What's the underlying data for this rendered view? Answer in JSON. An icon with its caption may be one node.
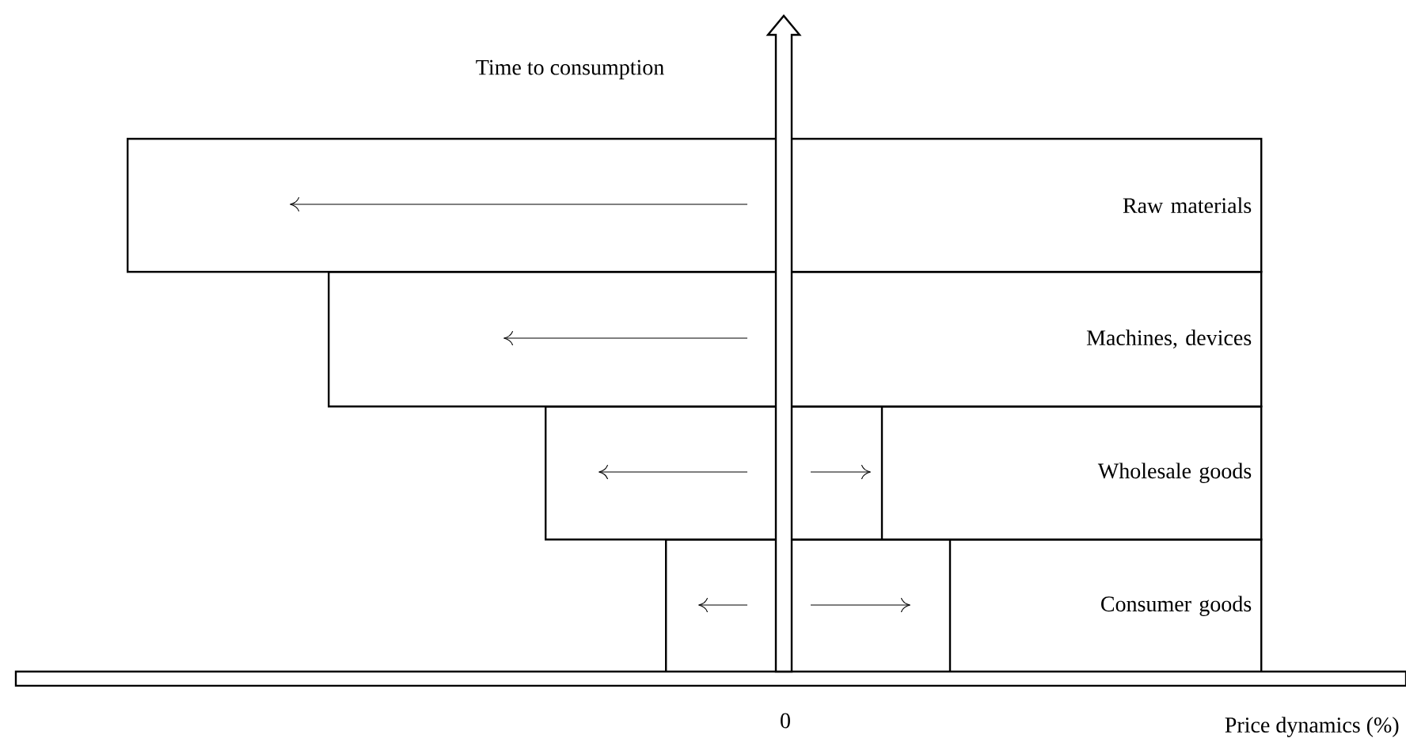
{
  "diagram": {
    "nodes": [
      {
        "text": [
          "Raw materials"
        ]
      },
      {
        "text": [
          "Machines, devices"
        ]
      },
      {
        "text": [
          "Wholesale goods"
        ]
      },
      {
        "text": [
          "Consumer goods"
        ]
      }
    ],
    "labels": [
      "Time to consumption",
      "0",
      "Price dynamics (%)"
    ]
  }
}
